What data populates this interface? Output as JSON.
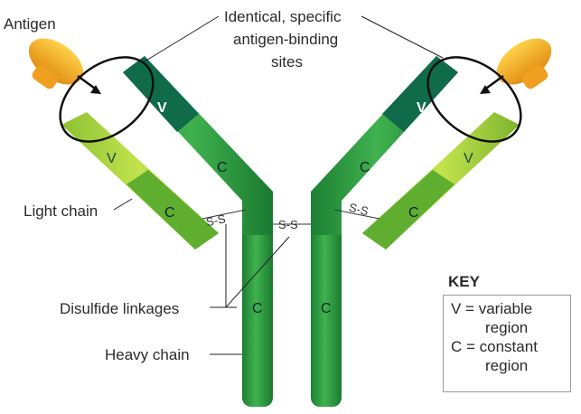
{
  "labels": {
    "antigen": "Antigen",
    "binding_sites_line1": "Identical, specific",
    "binding_sites_line2": "antigen-binding",
    "binding_sites_line3": "sites",
    "light_chain": "Light chain",
    "disulfide": "Disulfide linkages",
    "heavy_chain": "Heavy chain"
  },
  "regions": {
    "v": "V",
    "c": "C",
    "ss": "S-S"
  },
  "key": {
    "title": "KEY",
    "v_line1": "V = variable",
    "v_line2": "region",
    "c_line1": "C = constant",
    "c_line2": "region"
  },
  "colors": {
    "heavy_green": "#2a9a3e",
    "heavy_dark": "#0f6b4a",
    "light_green": "#9ccf3a",
    "light_mid": "#5fae2f",
    "antigen": "#f0a020"
  }
}
